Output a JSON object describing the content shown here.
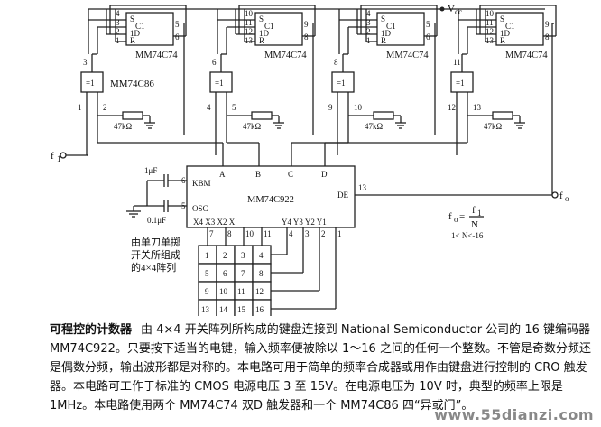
{
  "ff_chip": "MM74C74",
  "ff_pins": {
    "S": "S",
    "C1": "C1",
    "D": "1D",
    "R": "R"
  },
  "ff_pin_numbers": [
    {
      "a": "4",
      "b": "3",
      "c": "2",
      "d": "1",
      "q": "5",
      "qn": "6"
    },
    {
      "a": "10",
      "b": "11",
      "c": "12",
      "d": "13",
      "q": "9",
      "qn": "8"
    },
    {
      "a": "4",
      "b": "3",
      "c": "2",
      "d": "1",
      "q": "5",
      "qn": "6"
    },
    {
      "a": "10",
      "b": "11",
      "c": "12",
      "d": "13",
      "q": "9",
      "qn": "8"
    }
  ],
  "vcc_label": "V",
  "vcc_sub": "cc",
  "xor_label": "=1",
  "xor_chip": "MM74C86",
  "xor_pins": [
    {
      "top": "3",
      "in1": "1",
      "in2": "2"
    },
    {
      "top": "6",
      "in1": "4",
      "in2": "5"
    },
    {
      "top": "8",
      "in1": "9",
      "in2": "10"
    },
    {
      "top": "11",
      "in1": "12",
      "in2": "13"
    }
  ],
  "resistor_label": "47kΩ",
  "input_label": "f",
  "input_sub": "1",
  "output_label": "f",
  "output_sub": "o",
  "encoder": {
    "name": "MM74C922",
    "kbm": "KBM",
    "osc": "OSC",
    "de": "DE",
    "de_pin": "13",
    "kbm_pin": "6",
    "osc_pin": "5",
    "outputs": [
      "A",
      "B",
      "C",
      "D"
    ],
    "x_inputs": "X4  X3  X2  X",
    "y_inputs": "Y4  Y3  Y2  Y1",
    "x_pins": [
      "7",
      "8",
      "10",
      "11"
    ],
    "y_pins": [
      "4",
      "3",
      "2",
      "1"
    ]
  },
  "cap1": "1μF",
  "cap2": "0.1μF",
  "keypad_label": [
    "由单刀单掷",
    "开关所组成",
    "的4×4阵列"
  ],
  "keypad_keys": [
    "1",
    "2",
    "3",
    "4",
    "5",
    "6",
    "7",
    "8",
    "9",
    "10",
    "11",
    "12",
    "13",
    "14",
    "15",
    "16"
  ],
  "formula": {
    "fo": "f",
    "fo_sub": "o",
    "eq": "=",
    "num": "f",
    "num_sub": "1",
    "den": "N"
  },
  "range": "1< N<-16",
  "caption": {
    "heading": "可程控的计数器",
    "body": "由 4×4 开关阵列所构成的键盘连接到 National Semiconductor 公司的 16 键编码器 MM74C922。只要按下适当的电键，输入频率便被除以 1～16 之间的任何一个整数。不管是奇数分频还是偶数分频，输出波形都是对称的。本电路可用于简单的频率合成器或用作由键盘进行控制的 CRO 触发器。本电路可工作于标准的 CMOS 电源电压 3 至 15V。在电源电压为 10V 时，典型的频率上限是 1MHz。本电路使用两个 MM74C74 双D 触发器和一个 MM74C86 四“异或门”。"
  },
  "watermark": "www.55dianzi.com"
}
